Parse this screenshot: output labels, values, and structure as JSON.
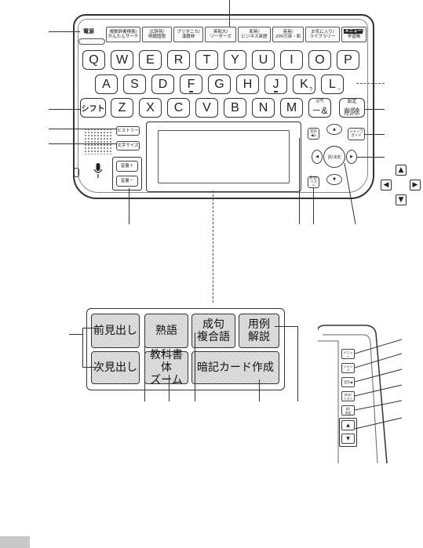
{
  "device": {
    "power_label": "電源",
    "function_keys": [
      "複数辞書検索/\nかんたんサーチ",
      "広辞苑/\n明鏡国語",
      "ブリタニカ/\n漢籍林",
      "英和大/\nリーダーズ",
      "和英/\nビジネス英語",
      "英英/\n200万英・和",
      "お気に入り/\nライブラリー"
    ],
    "menu_key": {
      "top": "メニュー",
      "sep": "/",
      "bottom": "学習帳"
    },
    "rows": [
      [
        "Q",
        "W",
        "E",
        "R",
        "T",
        "Y",
        "U",
        "I",
        "O",
        "P"
      ],
      [
        "A",
        "S",
        "D",
        "F",
        "G",
        "H",
        "J",
        "K",
        "L"
      ],
      [
        "Z",
        "X",
        "C",
        "V",
        "B",
        "N",
        "M"
      ]
    ],
    "k_sub": "?",
    "l_sub": "~",
    "amp_key": {
      "top": "記号",
      "main": "－&"
    },
    "shift_label": "シフト",
    "delete_key": {
      "top": "設定",
      "main": "削除"
    },
    "left_keys": {
      "history": "ヒストリー",
      "font_size": "文字サイズ",
      "vol_up": "音量＋",
      "vol_down": "音量－"
    },
    "mic_icon": "microphone-icon",
    "right_keys": {
      "voice": "音声\n◀))",
      "jump_guide": "ジャンプ\nガイド",
      "back_list": "戻る/\nリスト",
      "enter": "訳/決定"
    },
    "cursor_icons": [
      "up-arrow-icon",
      "left-arrow-icon",
      "right-arrow-icon",
      "down-arrow-icon"
    ]
  },
  "arrows_legend": {
    "up": "▲",
    "left": "◀",
    "right": "▶",
    "down": "▼"
  },
  "panel": {
    "keys": [
      "前見出し",
      "熟語",
      "成句\n複合語",
      "用例\n解説",
      "次見出し",
      "教科書体\nズーム",
      "暗記カード作成"
    ]
  },
  "detail": {
    "keys": [
      "メニュー",
      "ジャンプ",
      "音声◀",
      "戻る/\nリスト",
      "訳/\n決定",
      "▲",
      "▼"
    ]
  }
}
